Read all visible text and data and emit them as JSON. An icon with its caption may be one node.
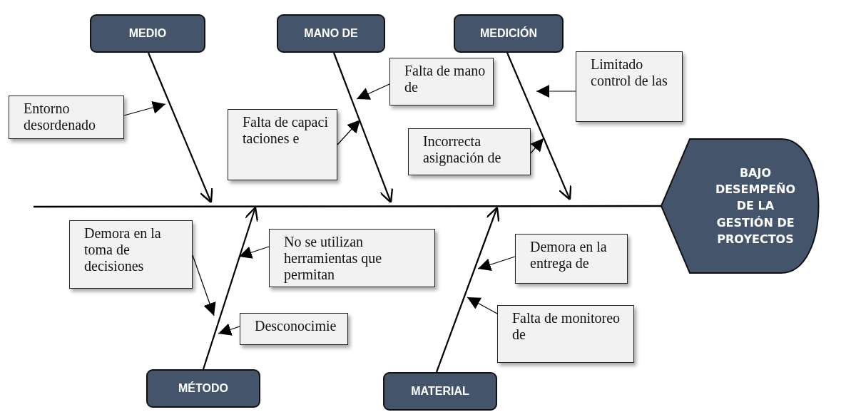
{
  "diagram": {
    "nodes": [
      {
        "text": [
          "MEDIO"
        ]
      },
      {
        "text": [
          "MANO DE"
        ]
      },
      {
        "text": [
          "MEDICIÓN"
        ]
      },
      {
        "text": [
          "Entorno desordenado"
        ]
      },
      {
        "text": [
          "Falta de mano de"
        ]
      },
      {
        "text": [
          "Limitado control de las"
        ]
      },
      {
        "text": [
          "Falta de capacitaciones e"
        ]
      },
      {
        "text": [
          "Incorrecta asignación de"
        ]
      },
      {
        "text": [
          "BAJO DESEMPEÑO DE LA GESTIÓN DE PROYECTOS"
        ]
      },
      {
        "text": [
          "Demora en la toma de decisiones"
        ]
      },
      {
        "text": [
          "No se utilizan herramientas que permitan"
        ]
      },
      {
        "text": [
          "Demora en la entrega de"
        ]
      },
      {
        "text": [
          "Desconocimie"
        ]
      },
      {
        "text": [
          "Falta de monitoreo de"
        ]
      },
      {
        "text": [
          "MÉTODO"
        ]
      },
      {
        "text": [
          "MATERIAL"
        ]
      }
    ],
    "edges": [
      {
        "from": null,
        "to": 8,
        "arrow": "none"
      },
      {
        "from": 0,
        "to": null,
        "arrow": "to"
      },
      {
        "from": 1,
        "to": null,
        "arrow": "to"
      },
      {
        "from": 2,
        "to": null,
        "arrow": "to"
      },
      {
        "from": 14,
        "to": null,
        "arrow": "to"
      },
      {
        "from": 15,
        "to": null,
        "arrow": "to"
      },
      {
        "from": 3,
        "to": null,
        "arrow": "to"
      },
      {
        "from": 4,
        "to": null,
        "arrow": "to"
      },
      {
        "from": 5,
        "to": null,
        "arrow": "to"
      },
      {
        "from": 6,
        "to": null,
        "arrow": "to"
      },
      {
        "from": 7,
        "to": null,
        "arrow": "to"
      },
      {
        "from": 9,
        "to": null,
        "arrow": "to"
      },
      {
        "from": 10,
        "to": null,
        "arrow": "to"
      },
      {
        "from": 12,
        "to": null,
        "arrow": "to"
      },
      {
        "from": 11,
        "to": null,
        "arrow": "to"
      },
      {
        "from": 13,
        "to": null,
        "arrow": "to"
      }
    ]
  }
}
